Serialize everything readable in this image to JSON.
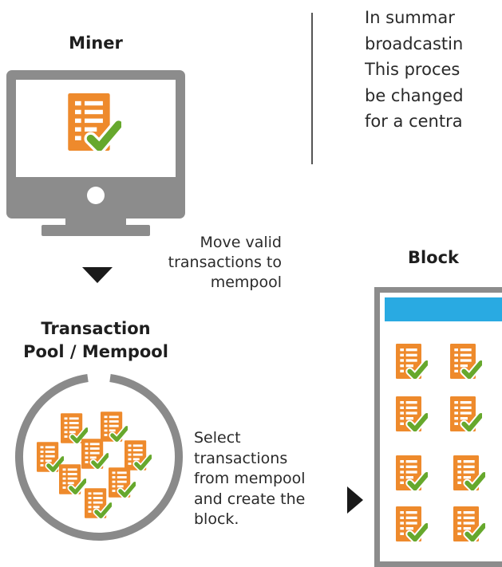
{
  "miner": {
    "title": "Miner"
  },
  "arrows": {
    "to_mempool": [
      "Move valid",
      "transactions to",
      "mempool"
    ],
    "to_block": [
      "Select",
      "transactions",
      "from mempool",
      "and create the",
      "block."
    ]
  },
  "mempool": {
    "title_lines": [
      "Transaction",
      "Pool / Mempool"
    ]
  },
  "block": {
    "title": "Block"
  },
  "summary": {
    "lines": [
      "In summar",
      "broadcastin",
      "This proces",
      "be changed",
      "for a centra"
    ]
  },
  "colors": {
    "doc_orange": "#ee8a2c",
    "check_green": "#66a82d",
    "monitor_gray": "#8c8c8c",
    "block_header_blue": "#29aae2",
    "ring_gray": "#8a8a8a"
  },
  "icons": {
    "document": "checked-document-icon",
    "monitor": "monitor-icon",
    "arrow": "triangle-arrow-icon"
  }
}
